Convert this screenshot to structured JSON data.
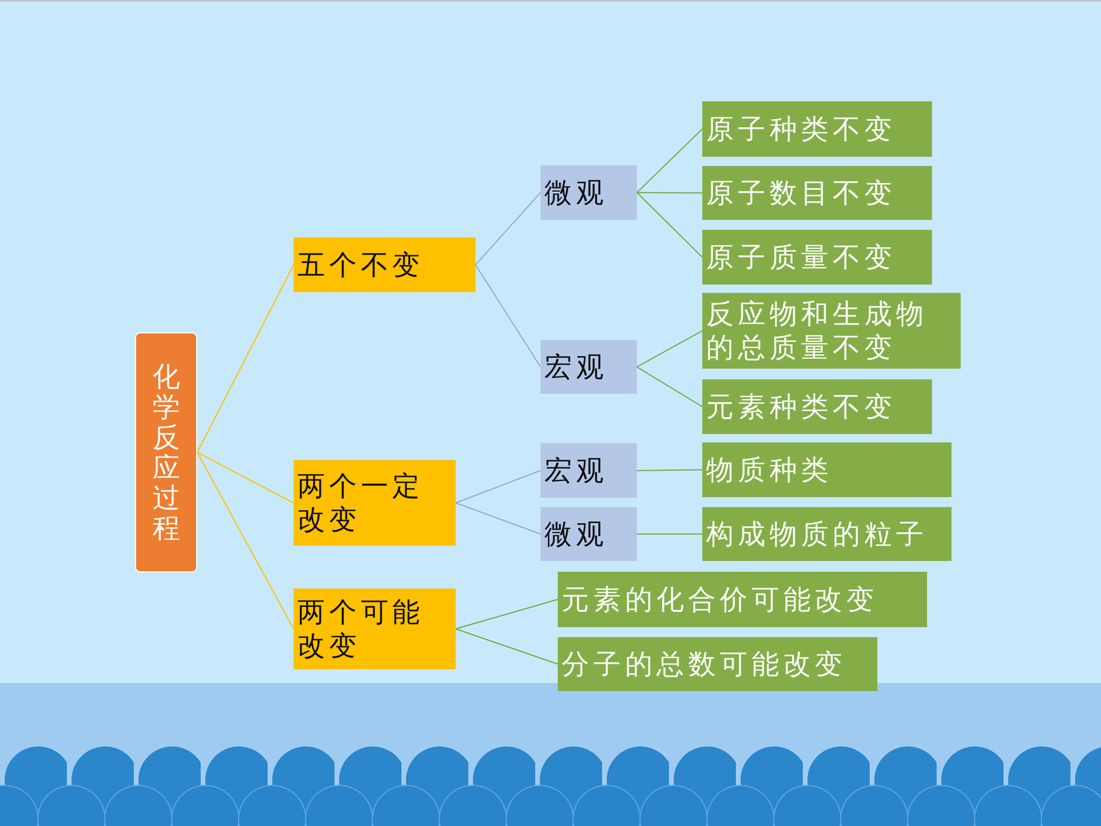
{
  "diagram": {
    "nodes": [
      {
        "text": [
          "化学反应过程"
        ]
      },
      {
        "text": [
          "五个不变"
        ]
      },
      {
        "text": [
          "微观"
        ]
      },
      {
        "text": [
          "原子种类不变"
        ]
      },
      {
        "text": [
          "原子数目不变"
        ]
      },
      {
        "text": [
          "原子质量不变"
        ]
      },
      {
        "text": [
          "宏观"
        ]
      },
      {
        "text": [
          "反应物和生成物的总质量不变"
        ]
      },
      {
        "text": [
          "元素种类不变"
        ]
      },
      {
        "text": [
          "两个一定改变"
        ]
      },
      {
        "text": [
          "宏观"
        ]
      },
      {
        "text": [
          "物质种类"
        ]
      },
      {
        "text": [
          "微观"
        ]
      },
      {
        "text": [
          "构成物质的粒子"
        ]
      },
      {
        "text": [
          "两个可能改变"
        ]
      },
      {
        "text": [
          "元素的化合价可能改变"
        ]
      },
      {
        "text": [
          "分子的总数可能改变"
        ]
      }
    ],
    "edges": [
      {
        "from": 0,
        "to": 1,
        "arrow": "none"
      },
      {
        "from": 0,
        "to": 9,
        "arrow": "none"
      },
      {
        "from": 0,
        "to": 14,
        "arrow": "none"
      },
      {
        "from": 1,
        "to": 2,
        "arrow": "none"
      },
      {
        "from": 1,
        "to": 6,
        "arrow": "none"
      },
      {
        "from": 2,
        "to": 3,
        "arrow": "none"
      },
      {
        "from": 2,
        "to": 4,
        "arrow": "none"
      },
      {
        "from": 2,
        "to": 5,
        "arrow": "none"
      },
      {
        "from": 6,
        "to": 7,
        "arrow": "none"
      },
      {
        "from": 6,
        "to": 8,
        "arrow": "none"
      },
      {
        "from": 9,
        "to": 10,
        "arrow": "none"
      },
      {
        "from": 9,
        "to": 12,
        "arrow": "none"
      },
      {
        "from": 10,
        "to": 11,
        "arrow": "none"
      },
      {
        "from": 12,
        "to": 13,
        "arrow": "none"
      },
      {
        "from": 14,
        "to": 15,
        "arrow": "none"
      },
      {
        "from": 14,
        "to": 16,
        "arrow": "none"
      }
    ]
  }
}
